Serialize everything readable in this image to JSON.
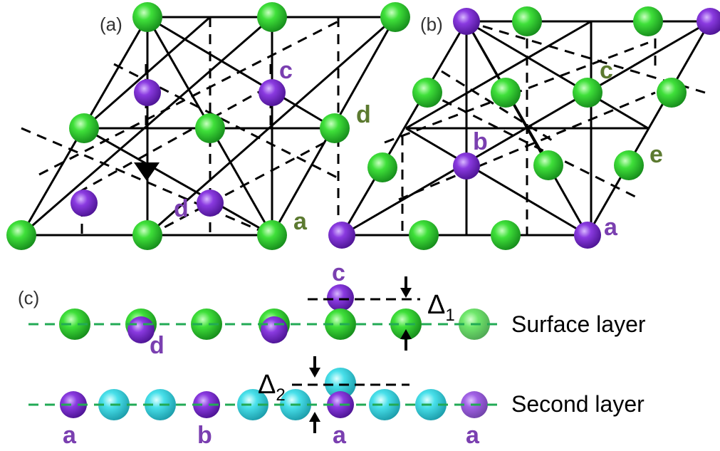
{
  "panels": {
    "a": {
      "label": "(a)",
      "sites": {
        "c": "c",
        "d_green": "d",
        "d_purple": "d",
        "a": "a"
      }
    },
    "b": {
      "label": "(b)",
      "sites": {
        "c": "c",
        "b": "b",
        "e": "e",
        "a": "a"
      }
    },
    "c": {
      "label": "(c)",
      "surface_label": "Surface layer",
      "second_label": "Second layer",
      "delta1": "Δ",
      "delta1_sub": "1",
      "delta2": "Δ",
      "delta2_sub": "2",
      "sites": {
        "c": "c",
        "d": "d",
        "a1": "a",
        "b": "b",
        "a2": "a",
        "a3": "a"
      }
    }
  },
  "colors": {
    "green_atom": "#2fd42f",
    "purple_atom": "#7a2bc9",
    "cyan_atom": "#33d6e0",
    "green_label": "#5c7a30",
    "purple_label": "#7a3fb0",
    "layer_line": "#22aa55"
  }
}
